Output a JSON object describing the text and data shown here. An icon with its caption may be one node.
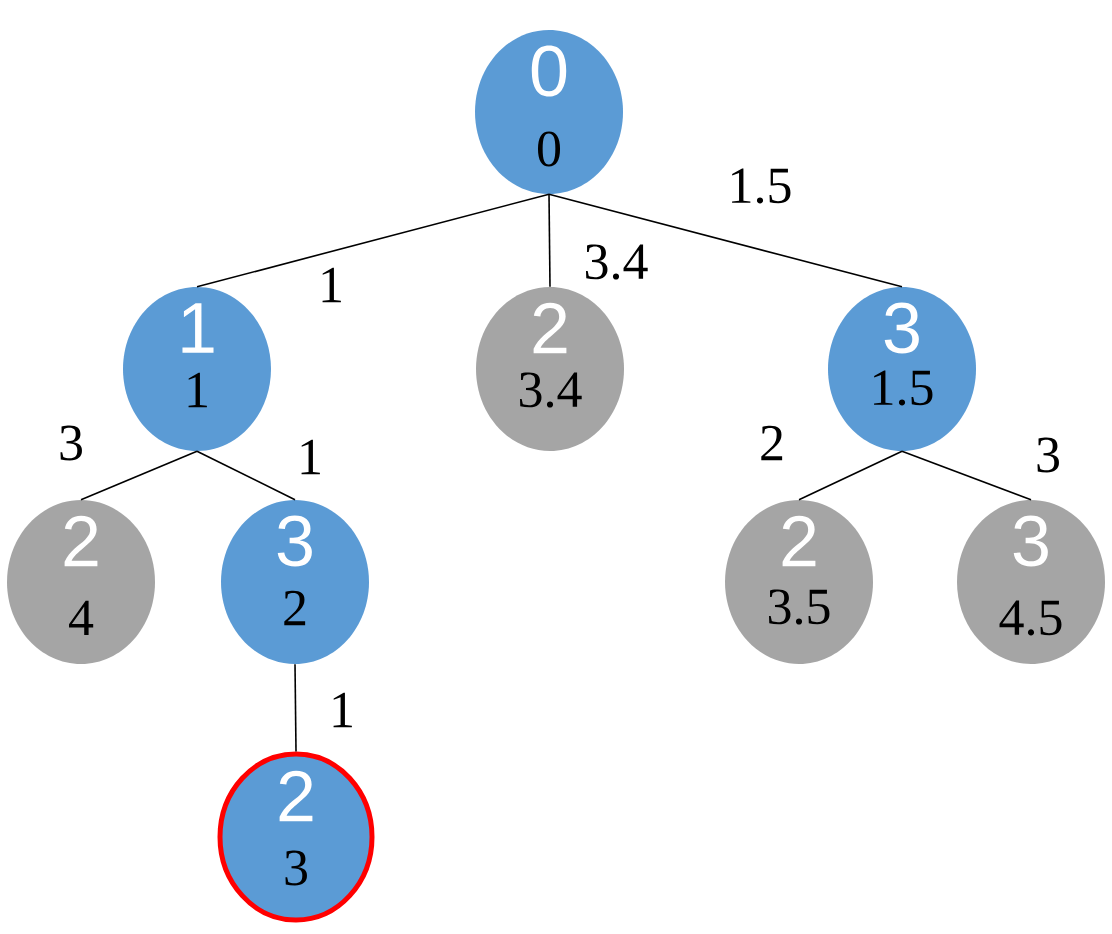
{
  "diagram": {
    "nodes": [
      {
        "text": [
          "0",
          "0"
        ]
      },
      {
        "text": [
          "1",
          "1"
        ]
      },
      {
        "text": [
          "2",
          "3.4"
        ]
      },
      {
        "text": [
          "3",
          "1.5"
        ]
      },
      {
        "text": [
          "2",
          "4"
        ]
      },
      {
        "text": [
          "3",
          "2"
        ]
      },
      {
        "text": [
          "2",
          "3.5"
        ]
      },
      {
        "text": [
          "3",
          "4.5"
        ]
      },
      {
        "text": [
          "2",
          "3"
        ]
      }
    ],
    "edges": [
      {
        "from": 0,
        "to": 1,
        "arrow": "none",
        "label": "1"
      },
      {
        "from": 0,
        "to": 2,
        "arrow": "none",
        "label": "3.4"
      },
      {
        "from": 0,
        "to": 3,
        "arrow": "none",
        "label": "1.5"
      },
      {
        "from": 1,
        "to": 4,
        "arrow": "none",
        "label": "3"
      },
      {
        "from": 1,
        "to": 5,
        "arrow": "none",
        "label": "1"
      },
      {
        "from": 3,
        "to": 6,
        "arrow": "none",
        "label": "2"
      },
      {
        "from": 3,
        "to": 7,
        "arrow": "none",
        "label": "3"
      },
      {
        "from": 5,
        "to": 8,
        "arrow": "none",
        "label": "1"
      }
    ]
  }
}
